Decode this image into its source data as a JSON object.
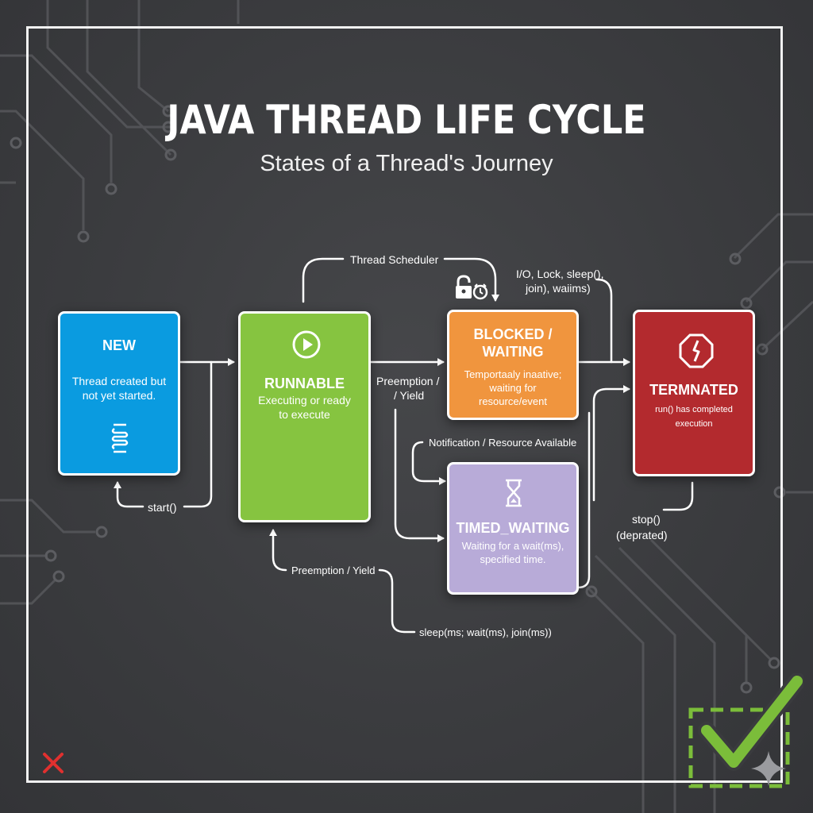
{
  "title": "JAVA THREAD LIFE CYCLE",
  "subtitle": "States of a Thread's Journey",
  "states": {
    "new": {
      "name": "NEW",
      "desc1": "Thread created but",
      "desc2": "not yet started.",
      "color": "#0a9be0",
      "icon": "spring-icon"
    },
    "runnable": {
      "name": "RUNNABLE",
      "desc1": "Executing or ready",
      "desc2": "to execute",
      "color": "#86c440",
      "icon": "play-icon"
    },
    "blocked": {
      "name1": "BLOCKED /",
      "name2": "WAITING",
      "desc1": "Temportaaly inaative;",
      "desc2": "waiting for",
      "desc3": "resource/event",
      "color": "#f0953e"
    },
    "timed": {
      "name": "TIMED_WAITING",
      "desc1": "Waiting for a wait(ms),",
      "desc2": "specified time.",
      "color": "#b8abd8",
      "icon": "hourglass-icon"
    },
    "terminated": {
      "name": "TERMNATED",
      "desc": "run() has completed execution",
      "color": "#b32a2e",
      "icon": "stop-sign-icon"
    }
  },
  "transitions": {
    "thread_scheduler": "Thread Scheduler",
    "io_lock_1": "I/O, Lock, sleep(),",
    "io_lock_2": "join), waiims)",
    "preemption_1": "Preemption /",
    "preemption_2": "/ Yield",
    "start": "start()",
    "notification": "Notification / Resource Available",
    "preemption_yield": "Preemption / Yield",
    "sleep_wait_join": "sleep(ms; wait(ms), join(ms))",
    "stop_1": "stop()",
    "stop_2": "(deprated)"
  },
  "icons": [
    "lock-icon",
    "clock-icon",
    "close-icon",
    "checkmark-icon",
    "sparkle-icon"
  ],
  "colors": {
    "background": "#3a3b3e",
    "check_green": "#7bbd3a",
    "close_red": "#e0302f"
  }
}
